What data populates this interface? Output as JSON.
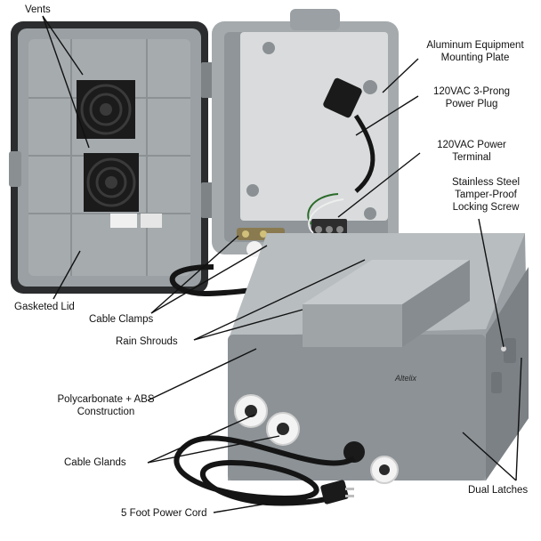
{
  "labels": {
    "vents": "Vents",
    "gasketed_lid": "Gasketed Lid",
    "cable_clamps": "Cable Clamps",
    "rain_shrouds": "Rain Shrouds",
    "construction_line1": "Polycarbonate + ABS",
    "construction_line2": "Construction",
    "cable_glands": "Cable Glands",
    "power_cord": "5 Foot Power Cord",
    "mount_plate_line1": "Aluminum Equipment",
    "mount_plate_line2": "Mounting Plate",
    "power_plug_line1": "120VAC 3-Prong",
    "power_plug_line2": "Power Plug",
    "power_terminal_line1": "120VAC Power",
    "power_terminal_line2": "Terminal",
    "screw_line1": "Stainless Steel",
    "screw_line2": "Tamper-Proof",
    "screw_line3": "Locking Screw",
    "latches": "Dual Latches",
    "brand": "Altelix"
  },
  "colors": {
    "enclosure_gray": "#8f9599",
    "enclosure_light": "#b3b8bb",
    "enclosure_dark": "#6c7175",
    "plate": "#d9dbdc",
    "fan": "#1b1b1b",
    "cord": "#151515"
  }
}
